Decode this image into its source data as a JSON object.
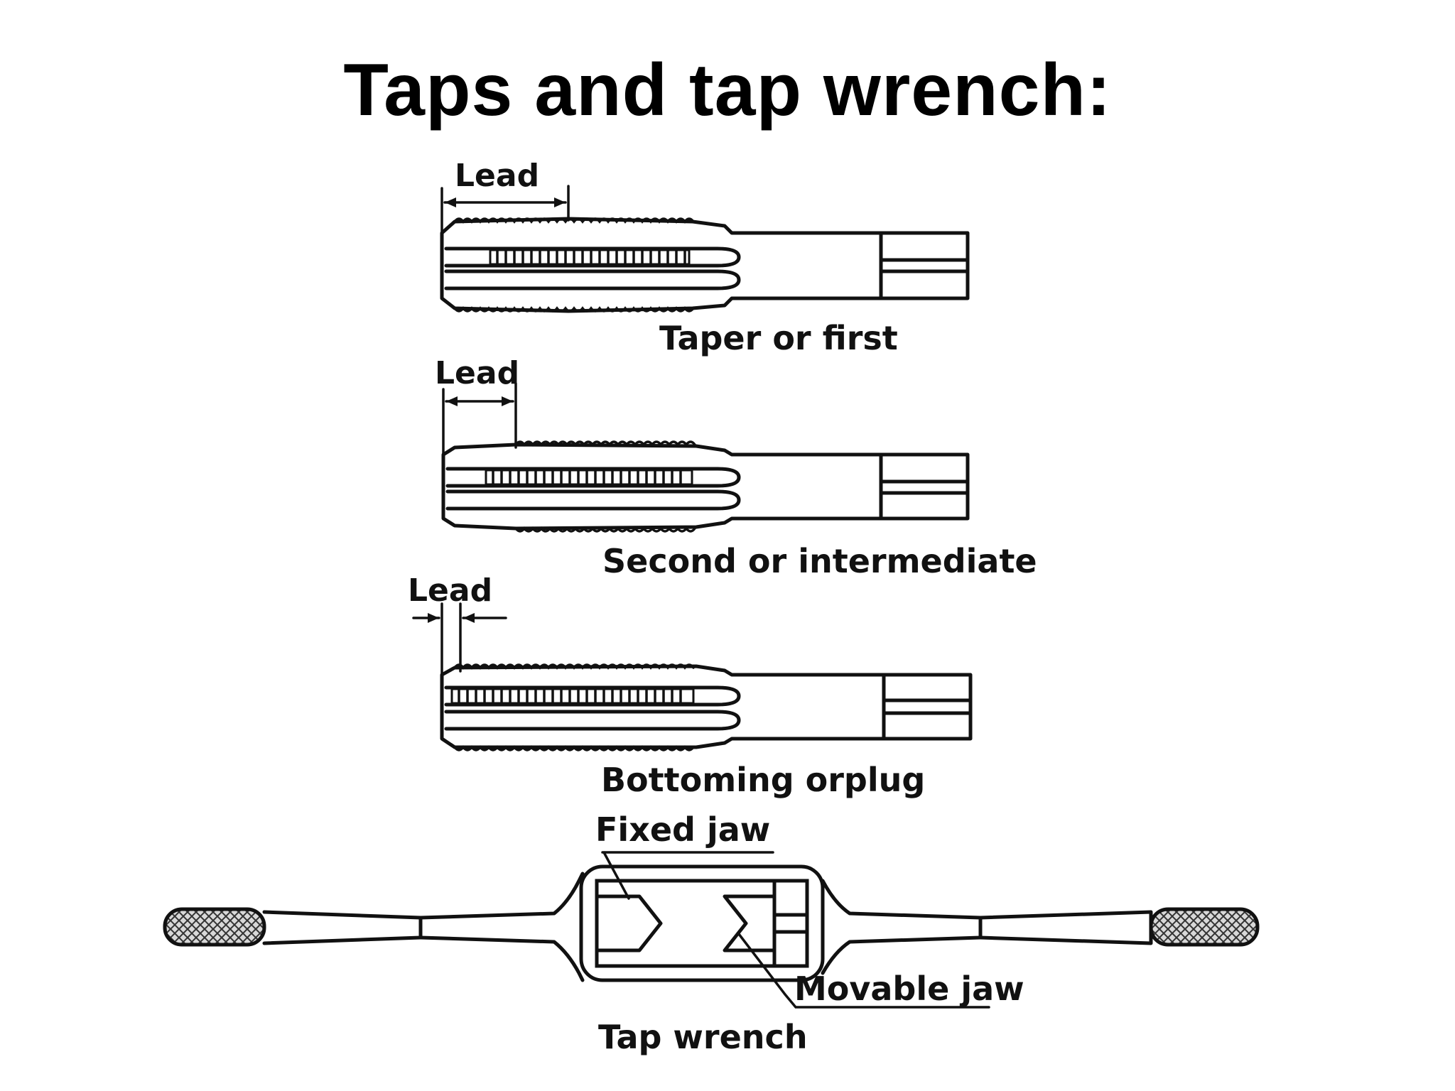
{
  "title": "Taps and tap wrench:",
  "taps": [
    {
      "name": "Taper or first",
      "lead_label": "Lead"
    },
    {
      "name": "Second or intermediate",
      "lead_label": "Lead"
    },
    {
      "name": "Bottoming orplug",
      "lead_label": "Lead"
    }
  ],
  "wrench": {
    "name": "Tap wrench",
    "fixed_jaw": "Fixed jaw",
    "movable_jaw": "Movable jaw"
  }
}
